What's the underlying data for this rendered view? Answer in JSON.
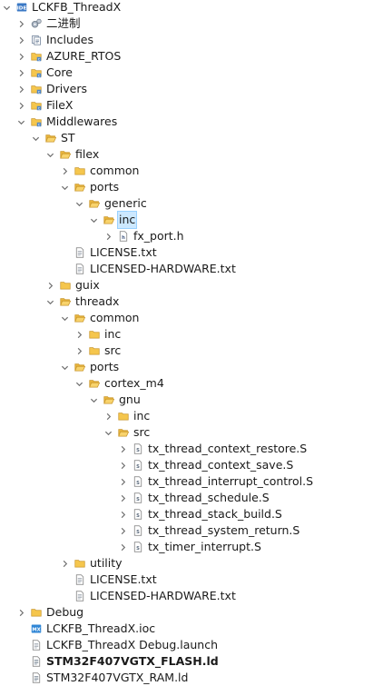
{
  "tree": [
    {
      "label": "LCKFB_ThreadX",
      "depth": 0,
      "expand": "open",
      "icon": "project-icon"
    },
    {
      "label": "二进制",
      "depth": 1,
      "expand": "closed",
      "icon": "binaries-icon"
    },
    {
      "label": "Includes",
      "depth": 1,
      "expand": "closed",
      "icon": "includes-icon"
    },
    {
      "label": "AZURE_RTOS",
      "depth": 1,
      "expand": "closed",
      "icon": "source-folder-icon"
    },
    {
      "label": "Core",
      "depth": 1,
      "expand": "closed",
      "icon": "source-folder-icon"
    },
    {
      "label": "Drivers",
      "depth": 1,
      "expand": "closed",
      "icon": "source-folder-icon"
    },
    {
      "label": "FileX",
      "depth": 1,
      "expand": "closed",
      "icon": "source-folder-icon"
    },
    {
      "label": "Middlewares",
      "depth": 1,
      "expand": "open",
      "icon": "source-folder-icon"
    },
    {
      "label": "ST",
      "depth": 2,
      "expand": "open",
      "icon": "folder-open-icon"
    },
    {
      "label": "filex",
      "depth": 3,
      "expand": "open",
      "icon": "folder-open-icon"
    },
    {
      "label": "common",
      "depth": 4,
      "expand": "closed",
      "icon": "folder-icon"
    },
    {
      "label": "ports",
      "depth": 4,
      "expand": "open",
      "icon": "folder-open-icon"
    },
    {
      "label": "generic",
      "depth": 5,
      "expand": "open",
      "icon": "folder-open-icon"
    },
    {
      "label": "inc",
      "depth": 6,
      "expand": "open",
      "icon": "folder-open-icon",
      "selected": true
    },
    {
      "label": "fx_port.h",
      "depth": 7,
      "expand": "closed",
      "icon": "header-file-icon"
    },
    {
      "label": "LICENSE.txt",
      "depth": 4,
      "expand": "none",
      "icon": "text-file-icon"
    },
    {
      "label": "LICENSED-HARDWARE.txt",
      "depth": 4,
      "expand": "none",
      "icon": "text-file-icon"
    },
    {
      "label": "guix",
      "depth": 3,
      "expand": "closed",
      "icon": "folder-icon"
    },
    {
      "label": "threadx",
      "depth": 3,
      "expand": "open",
      "icon": "folder-open-icon"
    },
    {
      "label": "common",
      "depth": 4,
      "expand": "open",
      "icon": "folder-open-icon"
    },
    {
      "label": "inc",
      "depth": 5,
      "expand": "closed",
      "icon": "folder-icon"
    },
    {
      "label": "src",
      "depth": 5,
      "expand": "closed",
      "icon": "folder-icon"
    },
    {
      "label": "ports",
      "depth": 4,
      "expand": "open",
      "icon": "folder-open-icon"
    },
    {
      "label": "cortex_m4",
      "depth": 5,
      "expand": "open",
      "icon": "folder-open-icon"
    },
    {
      "label": "gnu",
      "depth": 6,
      "expand": "open",
      "icon": "folder-open-icon"
    },
    {
      "label": "inc",
      "depth": 7,
      "expand": "closed",
      "icon": "folder-icon"
    },
    {
      "label": "src",
      "depth": 7,
      "expand": "open",
      "icon": "folder-open-icon"
    },
    {
      "label": "tx_thread_context_restore.S",
      "depth": 8,
      "expand": "closed",
      "icon": "asm-file-icon"
    },
    {
      "label": "tx_thread_context_save.S",
      "depth": 8,
      "expand": "closed",
      "icon": "asm-file-icon"
    },
    {
      "label": "tx_thread_interrupt_control.S",
      "depth": 8,
      "expand": "closed",
      "icon": "asm-file-icon"
    },
    {
      "label": "tx_thread_schedule.S",
      "depth": 8,
      "expand": "closed",
      "icon": "asm-file-icon"
    },
    {
      "label": "tx_thread_stack_build.S",
      "depth": 8,
      "expand": "closed",
      "icon": "asm-file-icon"
    },
    {
      "label": "tx_thread_system_return.S",
      "depth": 8,
      "expand": "closed",
      "icon": "asm-file-icon"
    },
    {
      "label": "tx_timer_interrupt.S",
      "depth": 8,
      "expand": "closed",
      "icon": "asm-file-icon"
    },
    {
      "label": "utility",
      "depth": 4,
      "expand": "closed",
      "icon": "folder-icon"
    },
    {
      "label": "LICENSE.txt",
      "depth": 4,
      "expand": "none",
      "icon": "text-file-icon"
    },
    {
      "label": "LICENSED-HARDWARE.txt",
      "depth": 4,
      "expand": "none",
      "icon": "text-file-icon"
    },
    {
      "label": "Debug",
      "depth": 1,
      "expand": "closed",
      "icon": "folder-icon"
    },
    {
      "label": "LCKFB_ThreadX.ioc",
      "depth": 1,
      "expand": "none",
      "icon": "ioc-file-icon"
    },
    {
      "label": "LCKFB_ThreadX Debug.launch",
      "depth": 1,
      "expand": "none",
      "icon": "launch-file-icon"
    },
    {
      "label": "STM32F407VGTX_FLASH.ld",
      "depth": 1,
      "expand": "none",
      "icon": "ld-file-icon",
      "bold": true
    },
    {
      "label": "STM32F407VGTX_RAM.ld",
      "depth": 1,
      "expand": "none",
      "icon": "ld-file-icon"
    }
  ]
}
